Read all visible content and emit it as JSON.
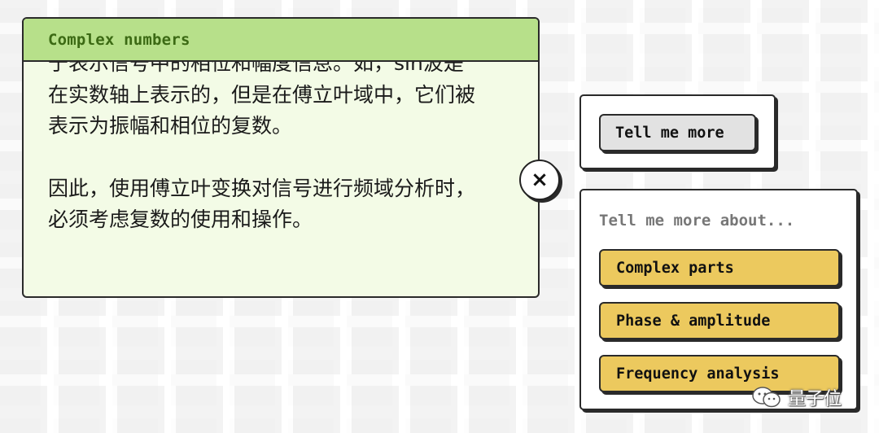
{
  "note": {
    "title": "Complex numbers",
    "paragraphs": [
      [
        "于表示信号中的相位和幅度信息。如，sin波是",
        "在实数轴上表示的，但是在傅立叶域中，它们被",
        "表示为振幅和相位的复数。"
      ],
      [
        "因此，使用傅立叶变换对信号进行频域分析时，",
        "必须考虑复数的使用和操作。"
      ]
    ]
  },
  "close_button": {
    "glyph": "×"
  },
  "more_panel": {
    "button_label": "Tell me more"
  },
  "about_panel": {
    "label": "Tell me more about...",
    "options": [
      "Complex parts",
      "Phase & amplitude",
      "Frequency analysis"
    ]
  },
  "watermark": {
    "text": "量子位",
    "icon": "wechat-icon"
  },
  "colors": {
    "header": "#b7e08a",
    "card": "#f3fbe6",
    "title": "#3c6a14",
    "option": "#ecc95e",
    "more_button": "#e2e2e2"
  }
}
